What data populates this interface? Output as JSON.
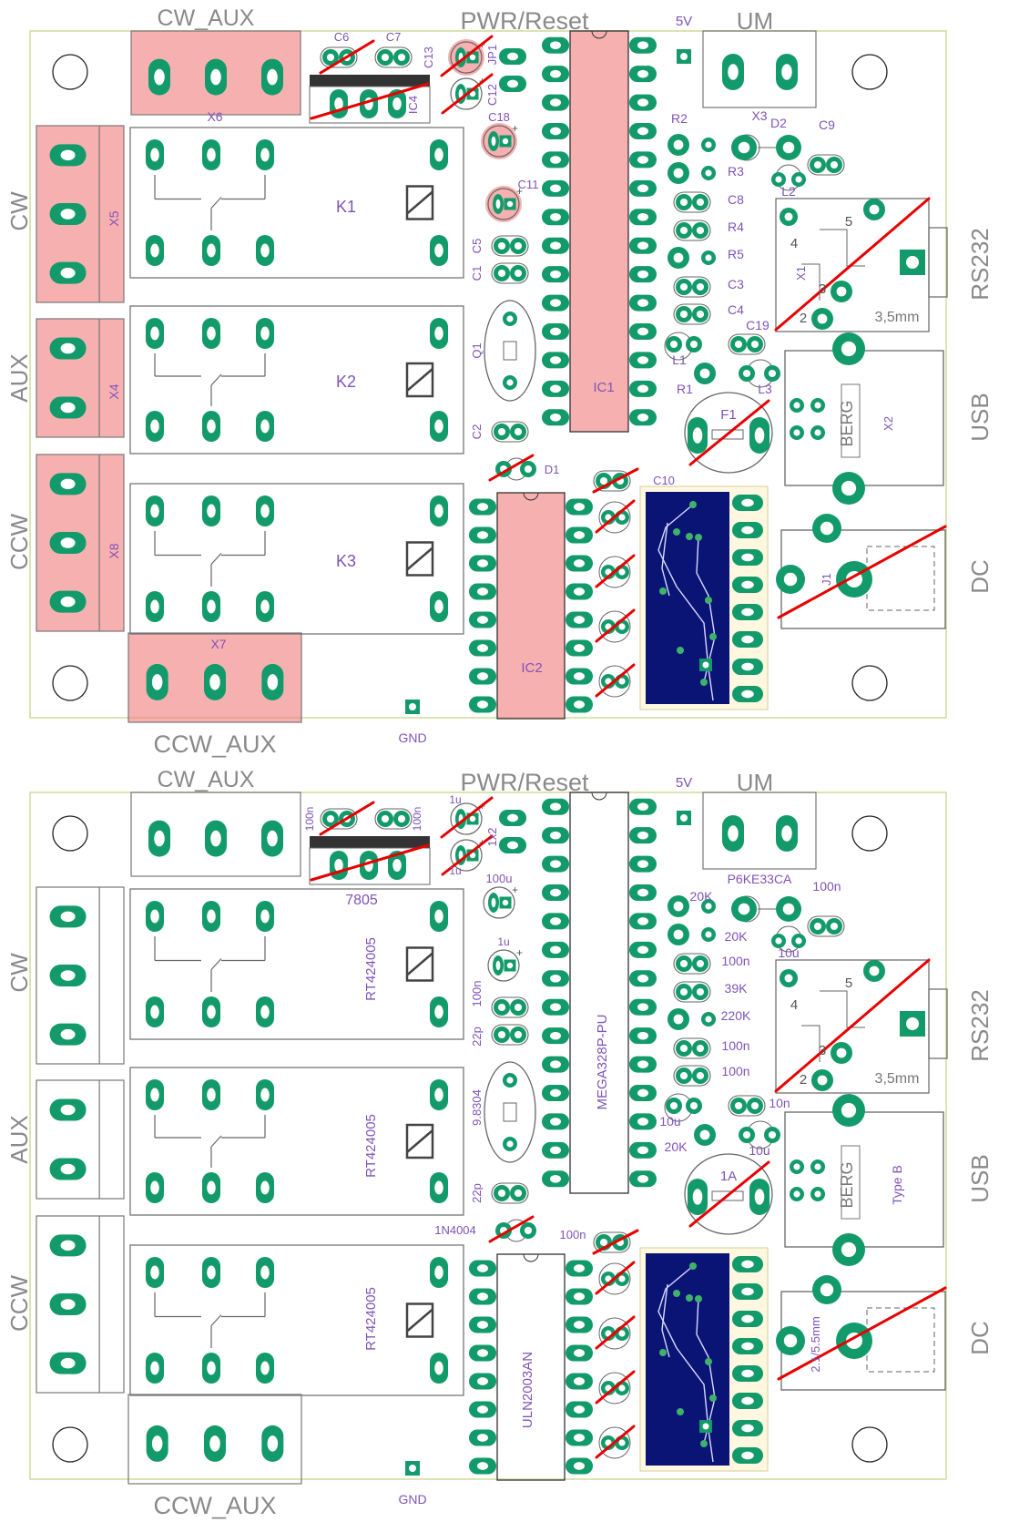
{
  "colors": {
    "board_bg": "#ffffff",
    "board_outline": "#cfdc9a",
    "pad": "#139a6a",
    "pad_hole": "#ffffff",
    "silk": "#8a8a8a",
    "label": "#7f53b8",
    "connector_label": "#8a8a8a",
    "highlight": "#f07c7c",
    "strike": "#e60000",
    "inset_bg": "#0a1474",
    "inset_trace": "#d8d8ff"
  },
  "panels": [
    {
      "name": "reference-designators",
      "side": {
        "cw": "CW",
        "aux": "AUX",
        "ccw": "CCW",
        "rs232": "RS232",
        "usb": "USB",
        "dc": "DC"
      },
      "top": {
        "cw_aux": "CW_AUX",
        "pwr_reset": "PWR/Reset",
        "v5": "5V",
        "um": "UM"
      },
      "bottom": {
        "ccw_aux": "CCW_AUX",
        "gnd": "GND"
      },
      "labels": {
        "x6": "X6",
        "x5": "X5",
        "x4": "X4",
        "x8": "X8",
        "x7": "X7",
        "x3": "X3",
        "x1": "X1",
        "x2": "X2",
        "k1": "K1",
        "k2": "K2",
        "k3": "K3",
        "ic1": "IC1",
        "ic2": "IC2",
        "ic4": "IC4",
        "c6": "C6",
        "c7": "C7",
        "c13": "C13",
        "c12": "C12",
        "c18": "C18",
        "c11": "C11",
        "c5": "C5",
        "c1": "C1",
        "c2": "C2",
        "c8": "C8",
        "c3": "C3",
        "c4": "C4",
        "c9": "C9",
        "c19": "C19",
        "c10": "C10",
        "jp1": "JP1",
        "q1": "Q1",
        "r1": "R1",
        "r2": "R2",
        "r3": "R3",
        "r4": "R4",
        "r5": "R5",
        "d1": "D1",
        "d2": "D2",
        "l1": "L1",
        "l2": "L2",
        "l3": "L3",
        "f1": "F1",
        "j1": "J1",
        "jack_pin4": "4",
        "jack_pin5": "5",
        "jack_pin3": "3",
        "jack_pin2": "2",
        "jack_size": "3,5mm"
      }
    },
    {
      "name": "component-values",
      "side": {
        "cw": "CW",
        "aux": "AUX",
        "ccw": "CCW",
        "rs232": "RS232",
        "usb": "USB",
        "dc": "DC"
      },
      "top": {
        "cw_aux": "CW_AUX",
        "pwr_reset": "PWR/Reset",
        "v5": "5V",
        "um": "UM"
      },
      "bottom": {
        "ccw_aux": "CCW_AUX",
        "gnd": "GND"
      },
      "labels": {
        "c6": "100n",
        "c7": "100n",
        "c13": "1u",
        "c12": "1u",
        "jp1": "1x2",
        "ic4": "7805",
        "x3": "P6KE33CA",
        "c9": "100n",
        "k1": "RT424005",
        "k2": "RT424005",
        "k3": "RT424005",
        "c18": "100u",
        "c11": "1u",
        "c5": "100n",
        "c1": "22p",
        "q1": "9.8304",
        "c2": "22p",
        "r2": "20K",
        "r3": "20K",
        "d2_cap": "10u",
        "c8": "100n",
        "r4": "39K",
        "r5": "220K",
        "c3": "100n",
        "c4": "100n",
        "ic1": "MEGA328P-PU",
        "l1": "10u",
        "c19": "10n",
        "r1": "20K",
        "l3": "10u",
        "f1": "1A",
        "x2": "Type B",
        "d1": "1N4004",
        "c10": "100n",
        "ic2": "ULN2003AN",
        "j1": "2.1/5.5mm",
        "jack_pin4": "4",
        "jack_pin5": "5",
        "jack_pin3": "3",
        "jack_pin2": "2",
        "jack_size": "3,5mm"
      }
    }
  ]
}
